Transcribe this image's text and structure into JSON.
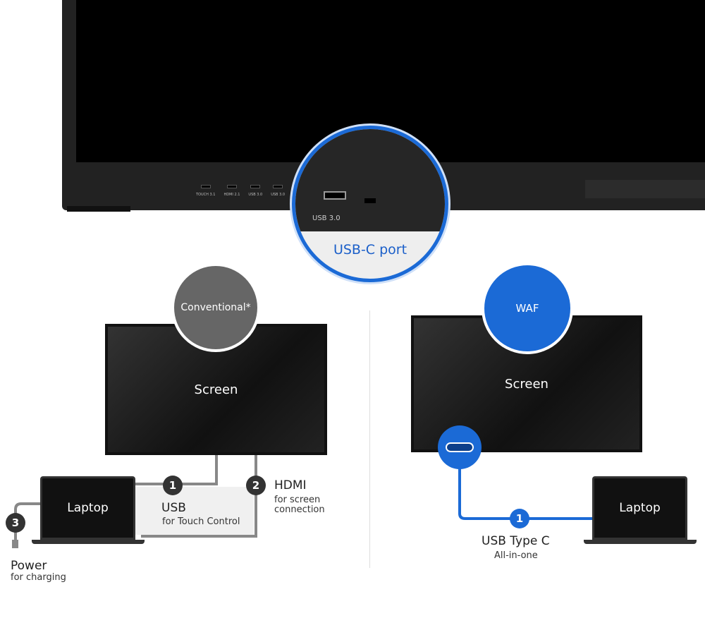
{
  "top_ports": [
    "TOUCH 3.1",
    "HDMI 2.1",
    "USB 3.0",
    "USB 3.0"
  ],
  "zoom": {
    "port_label": "USB 3.0",
    "caption": "USB-C port"
  },
  "conventional": {
    "badge": "Conventional*",
    "screen": "Screen",
    "laptop": "Laptop",
    "connections": [
      {
        "num": "1",
        "title": "USB",
        "sub": "for Touch Control"
      },
      {
        "num": "2",
        "title": "HDMI",
        "sub": "for screen connection"
      },
      {
        "num": "3",
        "title": "Power",
        "sub": "for charging"
      }
    ]
  },
  "waf": {
    "badge": "WAF",
    "screen": "Screen",
    "laptop": "Laptop",
    "connection": {
      "num": "1",
      "title": "USB Type C",
      "sub": "All-in-one"
    }
  },
  "colors": {
    "accent": "#1b6ad6",
    "conventional_badge": "#666666",
    "cable": "#888888"
  }
}
